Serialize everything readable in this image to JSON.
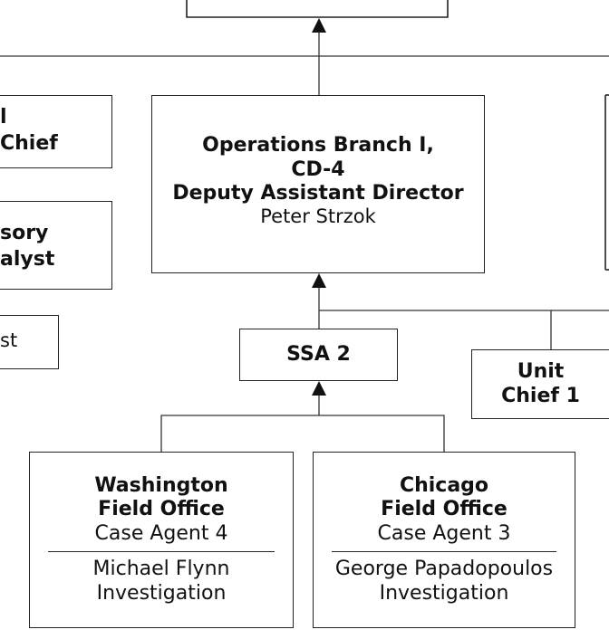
{
  "ops_box": {
    "line1": "Operations Branch I,",
    "line2": "CD-4",
    "line3": "Deputy Assistant Director",
    "name": "Peter Strzok"
  },
  "ssa_box": {
    "label": "SSA 2"
  },
  "unit_chief_box": {
    "line1": "Unit",
    "line2": "Chief 1"
  },
  "washington_box": {
    "line1": "Washington",
    "line2": "Field Office",
    "role": "Case Agent 4",
    "case1": "Michael Flynn",
    "case2": "Investigation"
  },
  "chicago_box": {
    "line1": "Chicago",
    "line2": "Field Office",
    "role": "Case Agent 3",
    "case1": "George Papadopoulos",
    "case2": "Investigation"
  },
  "left_partial": {
    "box1_line1": "l",
    "box1_line2": "Chief",
    "box2_line1": "sory",
    "box2_line2": "alyst",
    "box3_line1": "st"
  }
}
